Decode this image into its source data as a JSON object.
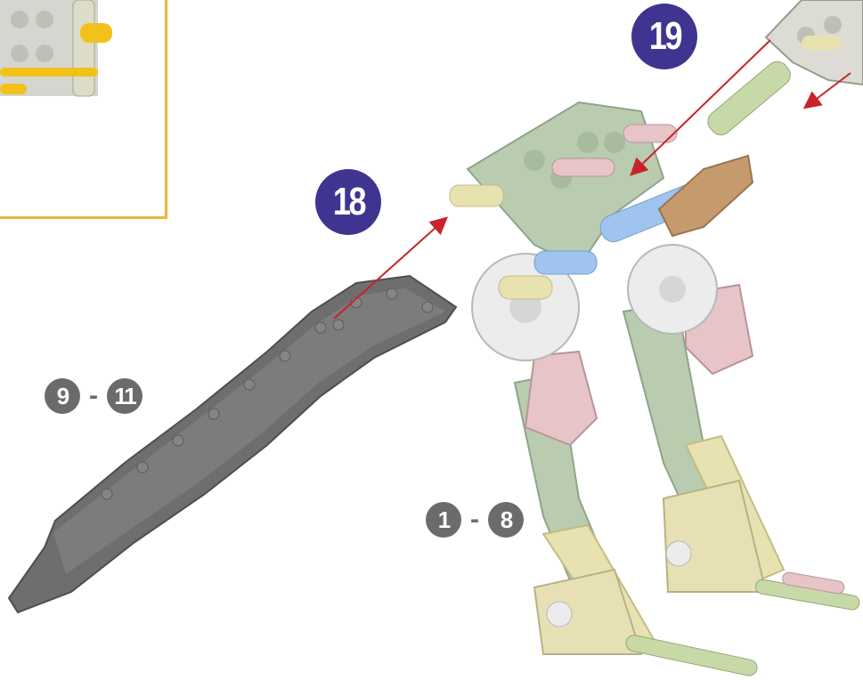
{
  "steps": {
    "step18": {
      "number": "18"
    },
    "step19": {
      "number": "19"
    }
  },
  "ranges": {
    "wing_parts": {
      "start": "9",
      "separator": "-",
      "end": "11"
    },
    "leg_parts": {
      "start": "1",
      "separator": "-",
      "end": "8"
    }
  },
  "colors": {
    "step_badge": "#3f3590",
    "range_badge": "#6b6b6b",
    "arrow": "#c8232a",
    "inset_frame": "#e8b838",
    "plate_gray": "#6e6e6e",
    "connector_green": "#b9ccb0",
    "rod_cream": "#e8e2b0",
    "connector_pink": "#e6c4c8",
    "connector_white": "#ececec",
    "connector_tan": "#c59a6c",
    "rod_blue": "#9ec4ef",
    "rod_yellow": "#f2c21a"
  }
}
